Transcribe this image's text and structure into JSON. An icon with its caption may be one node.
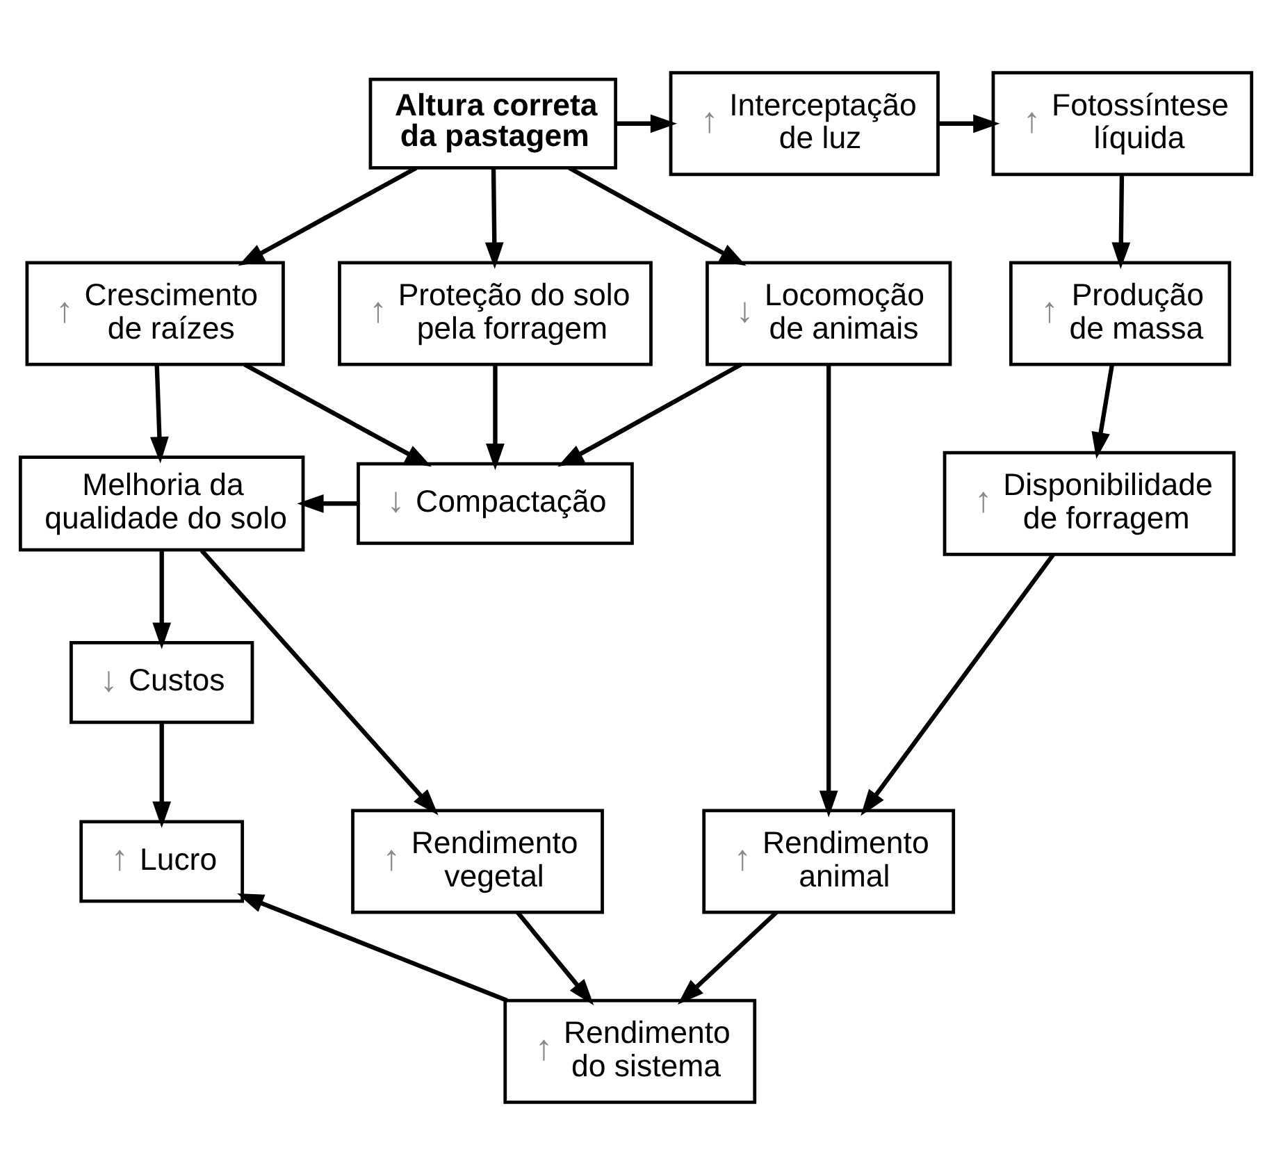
{
  "diagram": {
    "nodes": [
      {
        "text": [
          "Altura correta da pastagem"
        ]
      },
      {
        "text": [
          "↑",
          "Interceptação de luz"
        ]
      },
      {
        "text": [
          "↑",
          "Fotossíntese líquida"
        ]
      },
      {
        "text": [
          "↑",
          "Produção de massa"
        ]
      },
      {
        "text": [
          "↓",
          "Locomoção de animais"
        ]
      },
      {
        "text": [
          "↑",
          "Proteção do solo pela forragem"
        ]
      },
      {
        "text": [
          "↑",
          "Crescimento de raízes"
        ]
      },
      {
        "text": [
          "↑",
          "Disponibilidade de forragem"
        ]
      },
      {
        "text": [
          "↓",
          "Compactação"
        ]
      },
      {
        "text": [
          "Melhoria da qualidade do solo"
        ]
      },
      {
        "text": [
          "↓",
          "Custos"
        ]
      },
      {
        "text": [
          "↑",
          "Rendimento animal"
        ]
      },
      {
        "text": [
          "↑",
          "Lucro"
        ]
      },
      {
        "text": [
          "↑",
          "Rendimento vegetal"
        ]
      },
      {
        "text": [
          "↑",
          "Rendimento do sistema"
        ]
      }
    ],
    "edges": [
      {
        "from": 0,
        "to": 1,
        "arrow": "to"
      },
      {
        "from": 1,
        "to": 2,
        "arrow": "to"
      },
      {
        "from": 2,
        "to": 3,
        "arrow": "to"
      },
      {
        "from": 3,
        "to": 7,
        "arrow": "to"
      },
      {
        "from": 0,
        "to": 4,
        "arrow": "to"
      },
      {
        "from": 0,
        "to": 5,
        "arrow": "to"
      },
      {
        "from": 0,
        "to": 6,
        "arrow": "to"
      },
      {
        "from": 4,
        "to": 8,
        "arrow": "to"
      },
      {
        "from": 5,
        "to": 8,
        "arrow": "to"
      },
      {
        "from": 6,
        "to": 8,
        "arrow": "to"
      },
      {
        "from": 6,
        "to": 9,
        "arrow": "to"
      },
      {
        "from": 8,
        "to": 9,
        "arrow": "to"
      },
      {
        "from": 9,
        "to": 10,
        "arrow": "to"
      },
      {
        "from": 9,
        "to": 13,
        "arrow": "to"
      },
      {
        "from": 10,
        "to": 12,
        "arrow": "to"
      },
      {
        "from": 7,
        "to": 11,
        "arrow": "to"
      },
      {
        "from": 4,
        "to": 11,
        "arrow": "to"
      },
      {
        "from": 11,
        "to": 14,
        "arrow": "to"
      },
      {
        "from": 13,
        "to": 14,
        "arrow": "to"
      },
      {
        "from": 14,
        "to": 12,
        "arrow": "to"
      }
    ]
  }
}
